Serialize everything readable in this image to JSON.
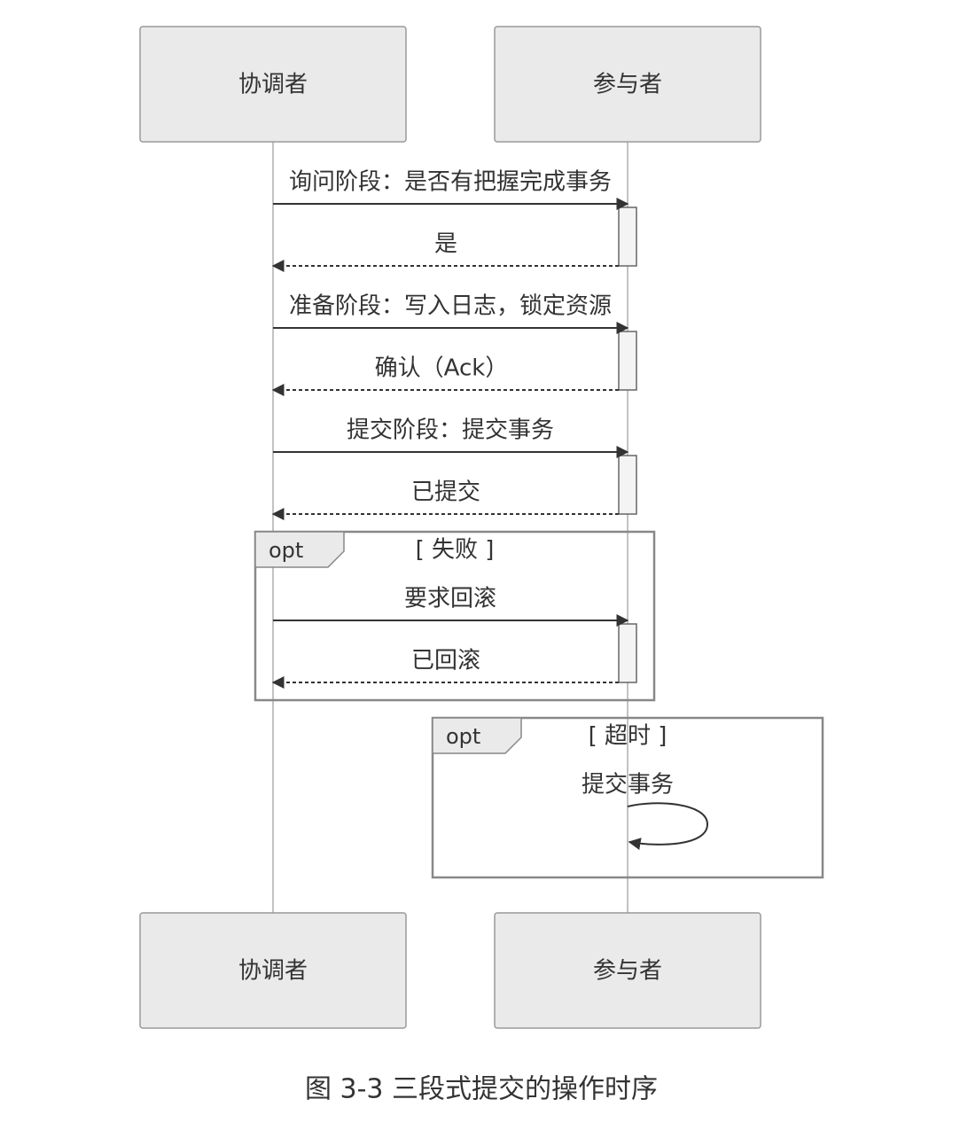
{
  "actors": [
    {
      "id": "coordinator",
      "label": "协调者"
    },
    {
      "id": "participant",
      "label": "参与者"
    }
  ],
  "messages": [
    {
      "from": "coordinator",
      "to": "participant",
      "label": "询问阶段：是否有把握完成事务",
      "style": "solid"
    },
    {
      "from": "participant",
      "to": "coordinator",
      "label": "是",
      "style": "dashed"
    },
    {
      "from": "coordinator",
      "to": "participant",
      "label": "准备阶段：写入日志，锁定资源",
      "style": "solid"
    },
    {
      "from": "participant",
      "to": "coordinator",
      "label": "确认（Ack）",
      "style": "dashed"
    },
    {
      "from": "coordinator",
      "to": "participant",
      "label": "提交阶段：提交事务",
      "style": "solid"
    },
    {
      "from": "participant",
      "to": "coordinator",
      "label": "已提交",
      "style": "dashed"
    }
  ],
  "frames": [
    {
      "type": "opt",
      "condition": "[ 失败 ]",
      "messages": [
        {
          "from": "coordinator",
          "to": "participant",
          "label": "要求回滚",
          "style": "solid"
        },
        {
          "from": "participant",
          "to": "coordinator",
          "label": "已回滚",
          "style": "dashed"
        }
      ]
    },
    {
      "type": "opt",
      "condition": "[ 超时 ]",
      "messages": [
        {
          "from": "participant",
          "to": "participant",
          "label": "提交事务",
          "style": "solid"
        }
      ]
    }
  ],
  "caption": "图 3-3 三段式提交的操作时序"
}
